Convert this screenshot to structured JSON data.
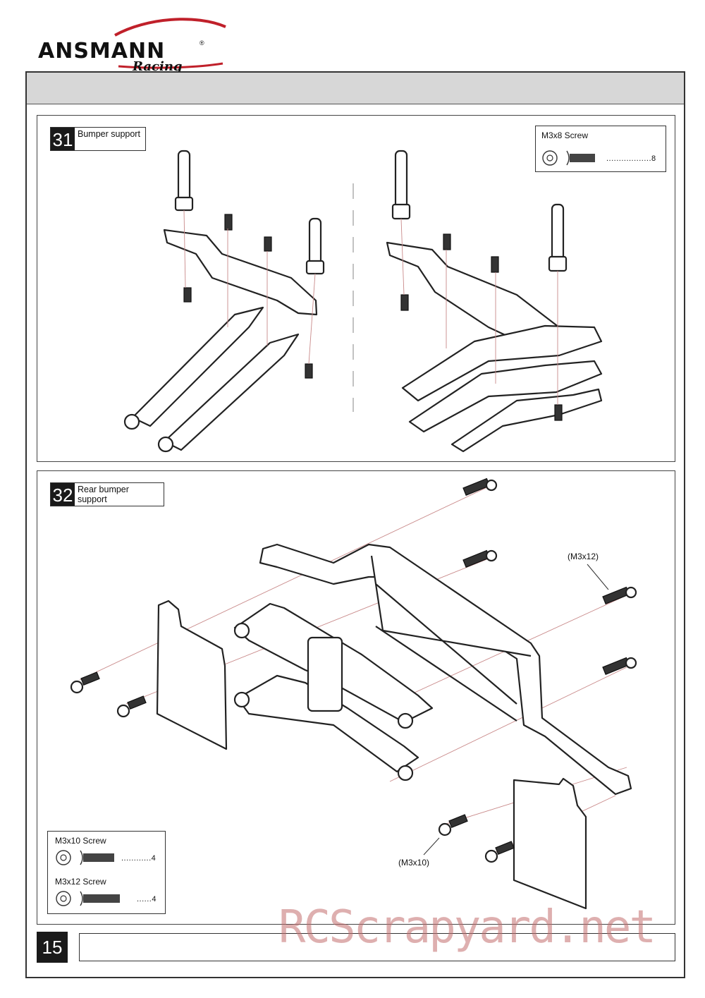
{
  "header": {
    "brand": "ANSMANN",
    "brand_sub": "Racing",
    "registered": "®"
  },
  "step31": {
    "number": "31",
    "title": "Bumper support",
    "parts": [
      {
        "name": "M3x8 Screw",
        "qty": "..................8"
      }
    ]
  },
  "step32": {
    "number": "32",
    "title": "Rear bumper support",
    "callout_top": "(M3x12)",
    "callout_bottom": "(M3x10)",
    "parts": [
      {
        "name": "M3x10 Screw",
        "qty": "............4"
      },
      {
        "name": "M3x12 Screw",
        "qty": "......4"
      }
    ]
  },
  "footer": {
    "page_number": "15"
  },
  "watermark": "RCScrapyard.net"
}
